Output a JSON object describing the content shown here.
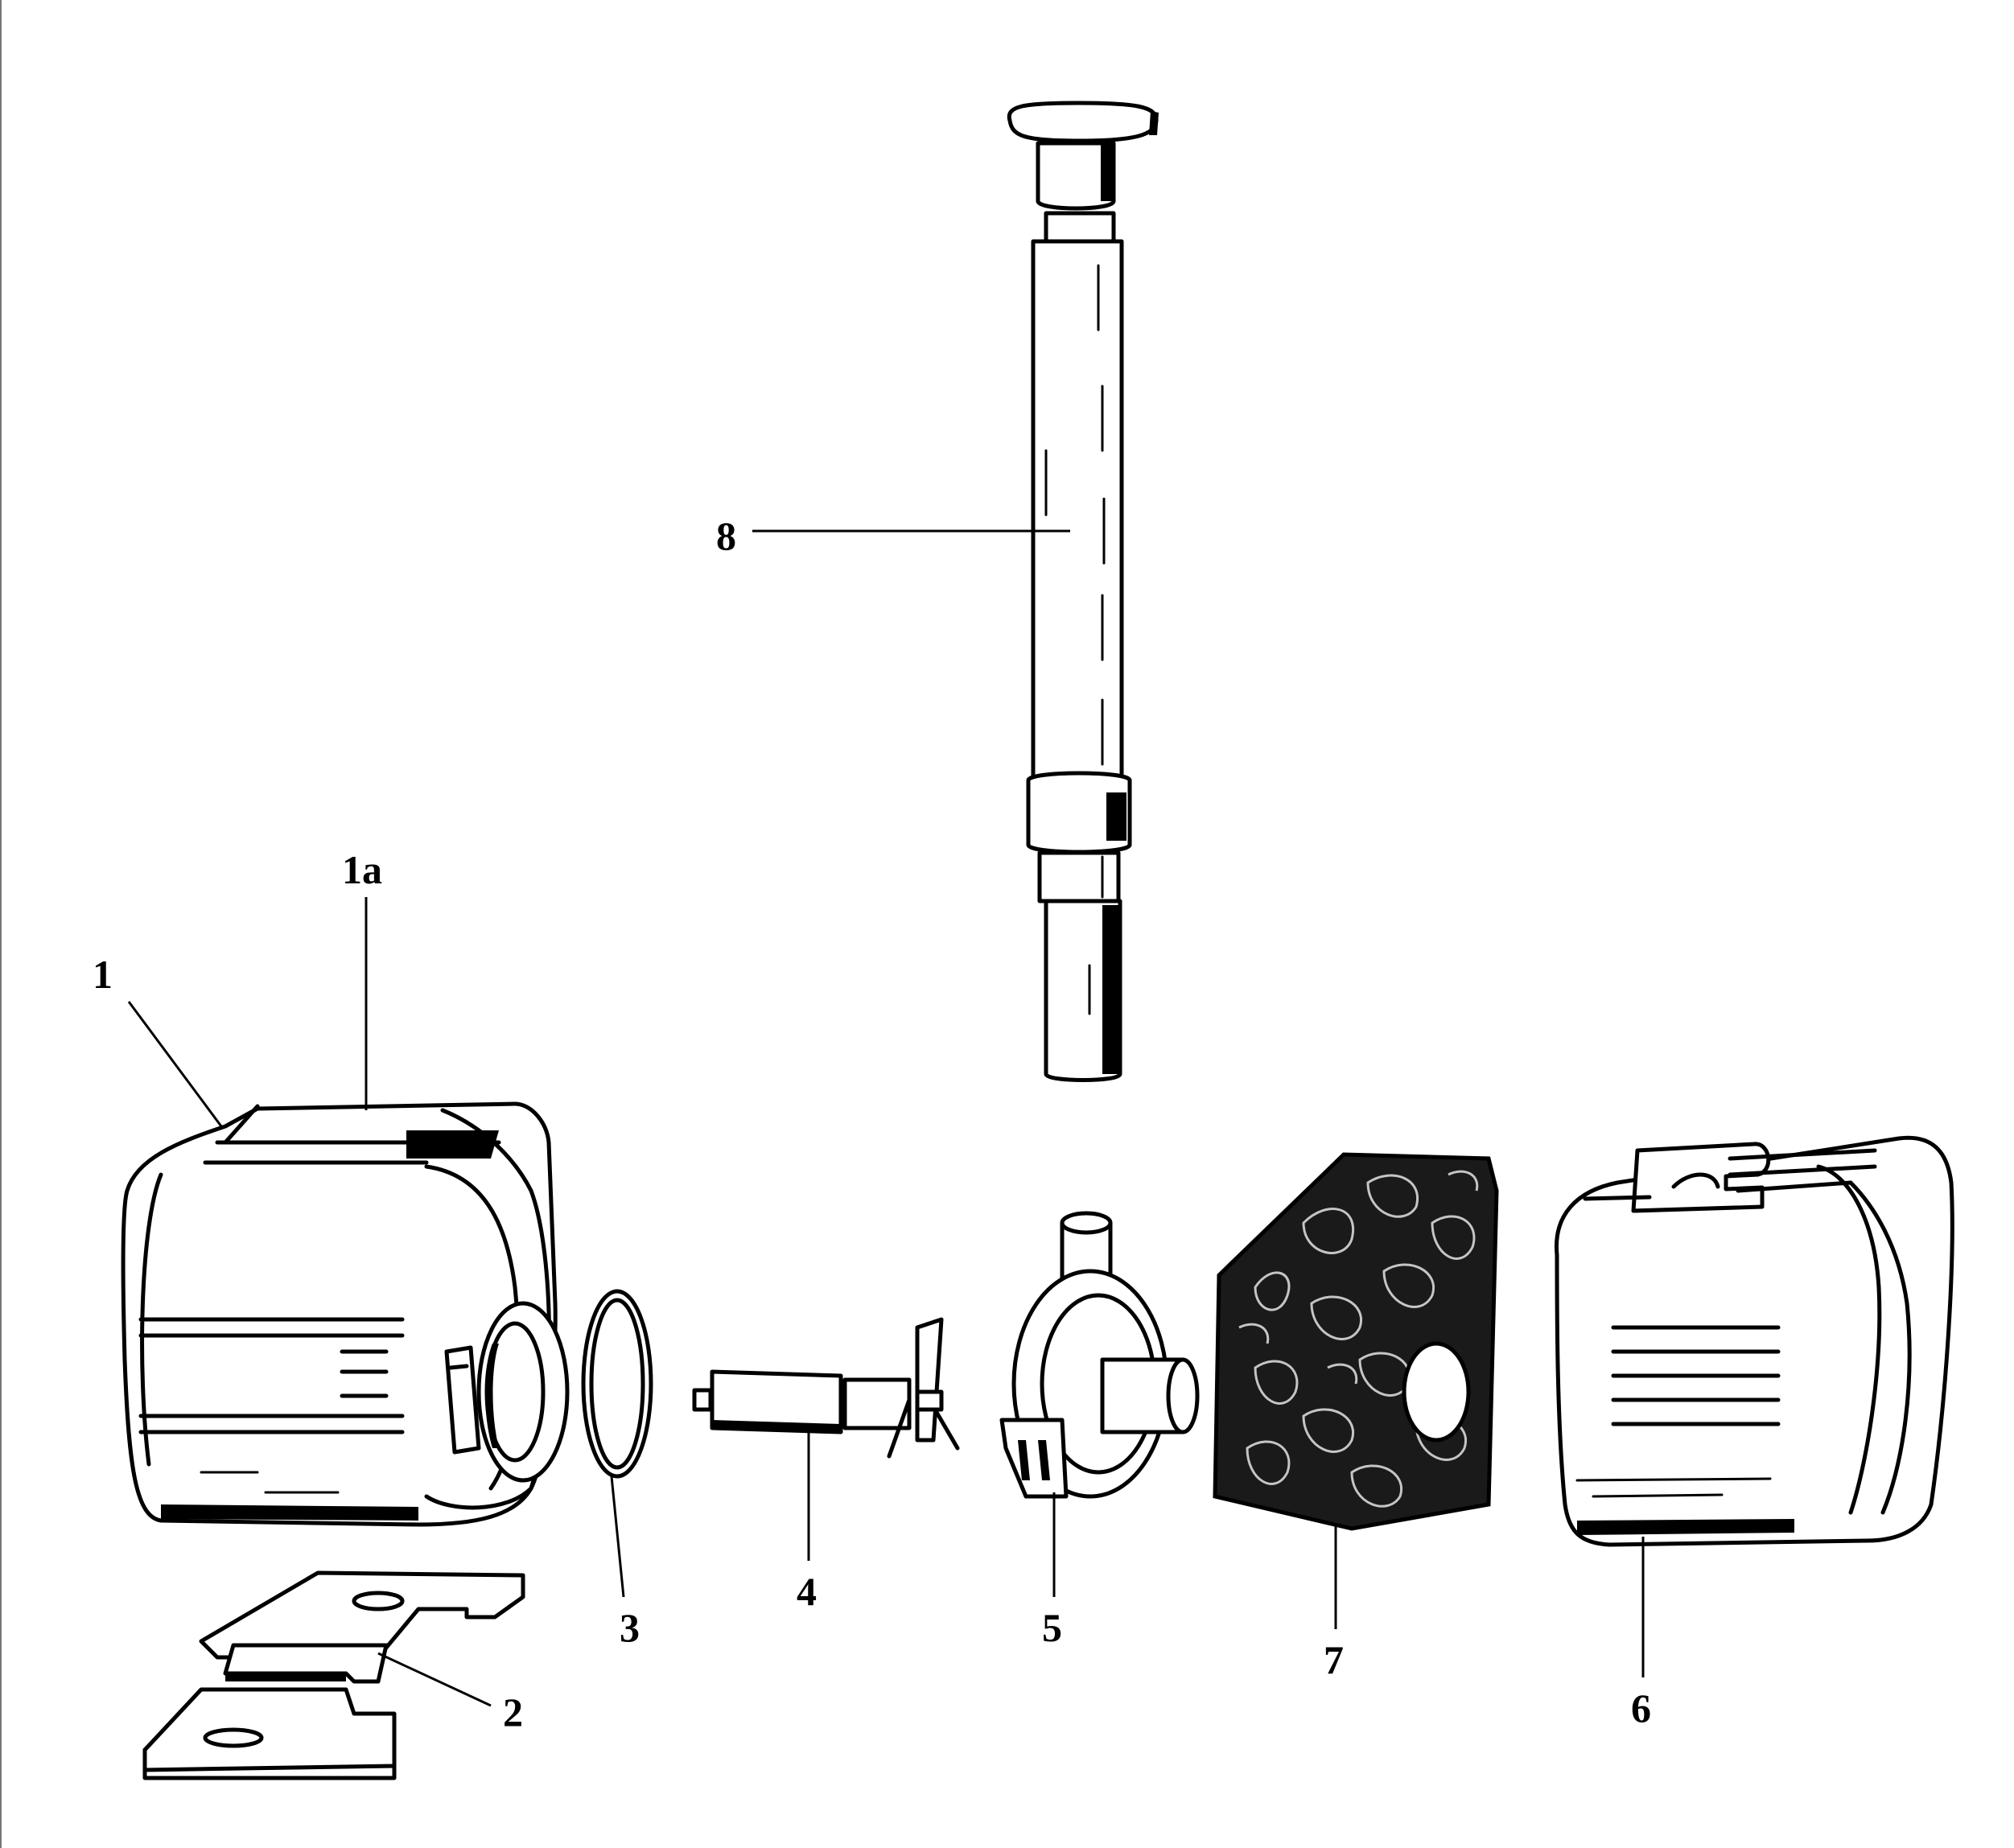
{
  "diagram": {
    "type": "exploded-parts-view",
    "callouts": {
      "p1": "1",
      "p1a": "1a",
      "p2": "2",
      "p3": "3",
      "p4": "4",
      "p5": "5",
      "p6": "6",
      "p7": "7",
      "p8": "8"
    },
    "colors": {
      "ink": "#000000",
      "background": "#ffffff"
    }
  }
}
